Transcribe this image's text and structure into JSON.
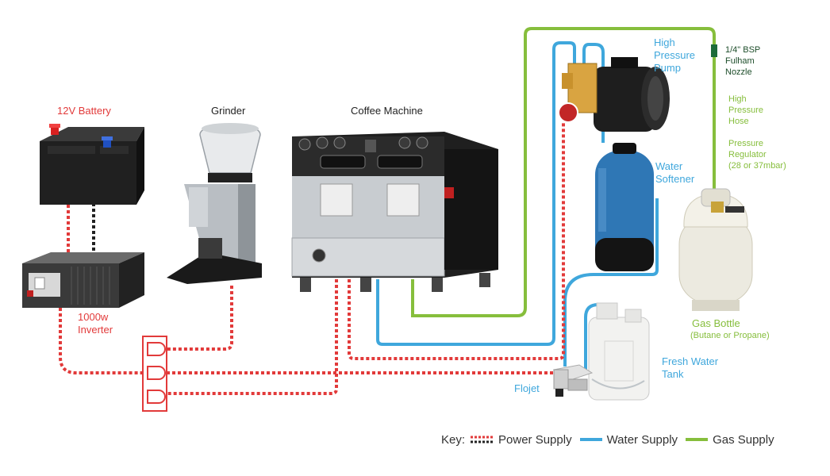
{
  "labels": {
    "battery": "12V Battery",
    "grinder": "Grinder",
    "coffee_machine": "Coffee Machine",
    "pump": "High\nPressure\nPump",
    "nozzle": "1/4\" BSP\nFulham\nNozzle",
    "hose": "High\nPressure\nHose",
    "regulator": "Pressure\nRegulator\n(28 or 37mbar)",
    "softener": "Water\nSoftener",
    "gas_bottle": "Gas Bottle",
    "gas_bottle_sub": "(Butane or Propane)",
    "inverter": "1000w\nInverter",
    "tank": "Fresh Water\nTank",
    "flojet": "Flojet"
  },
  "key": {
    "title": "Key:",
    "power": "Power Supply",
    "water": "Water Supply",
    "gas": "Gas Supply"
  },
  "colors": {
    "power": "#e23a3a",
    "water": "#3fa7dc",
    "gas": "#86be3c",
    "dark_label": "#222222",
    "nozzle_label": "#1d4d2a"
  }
}
